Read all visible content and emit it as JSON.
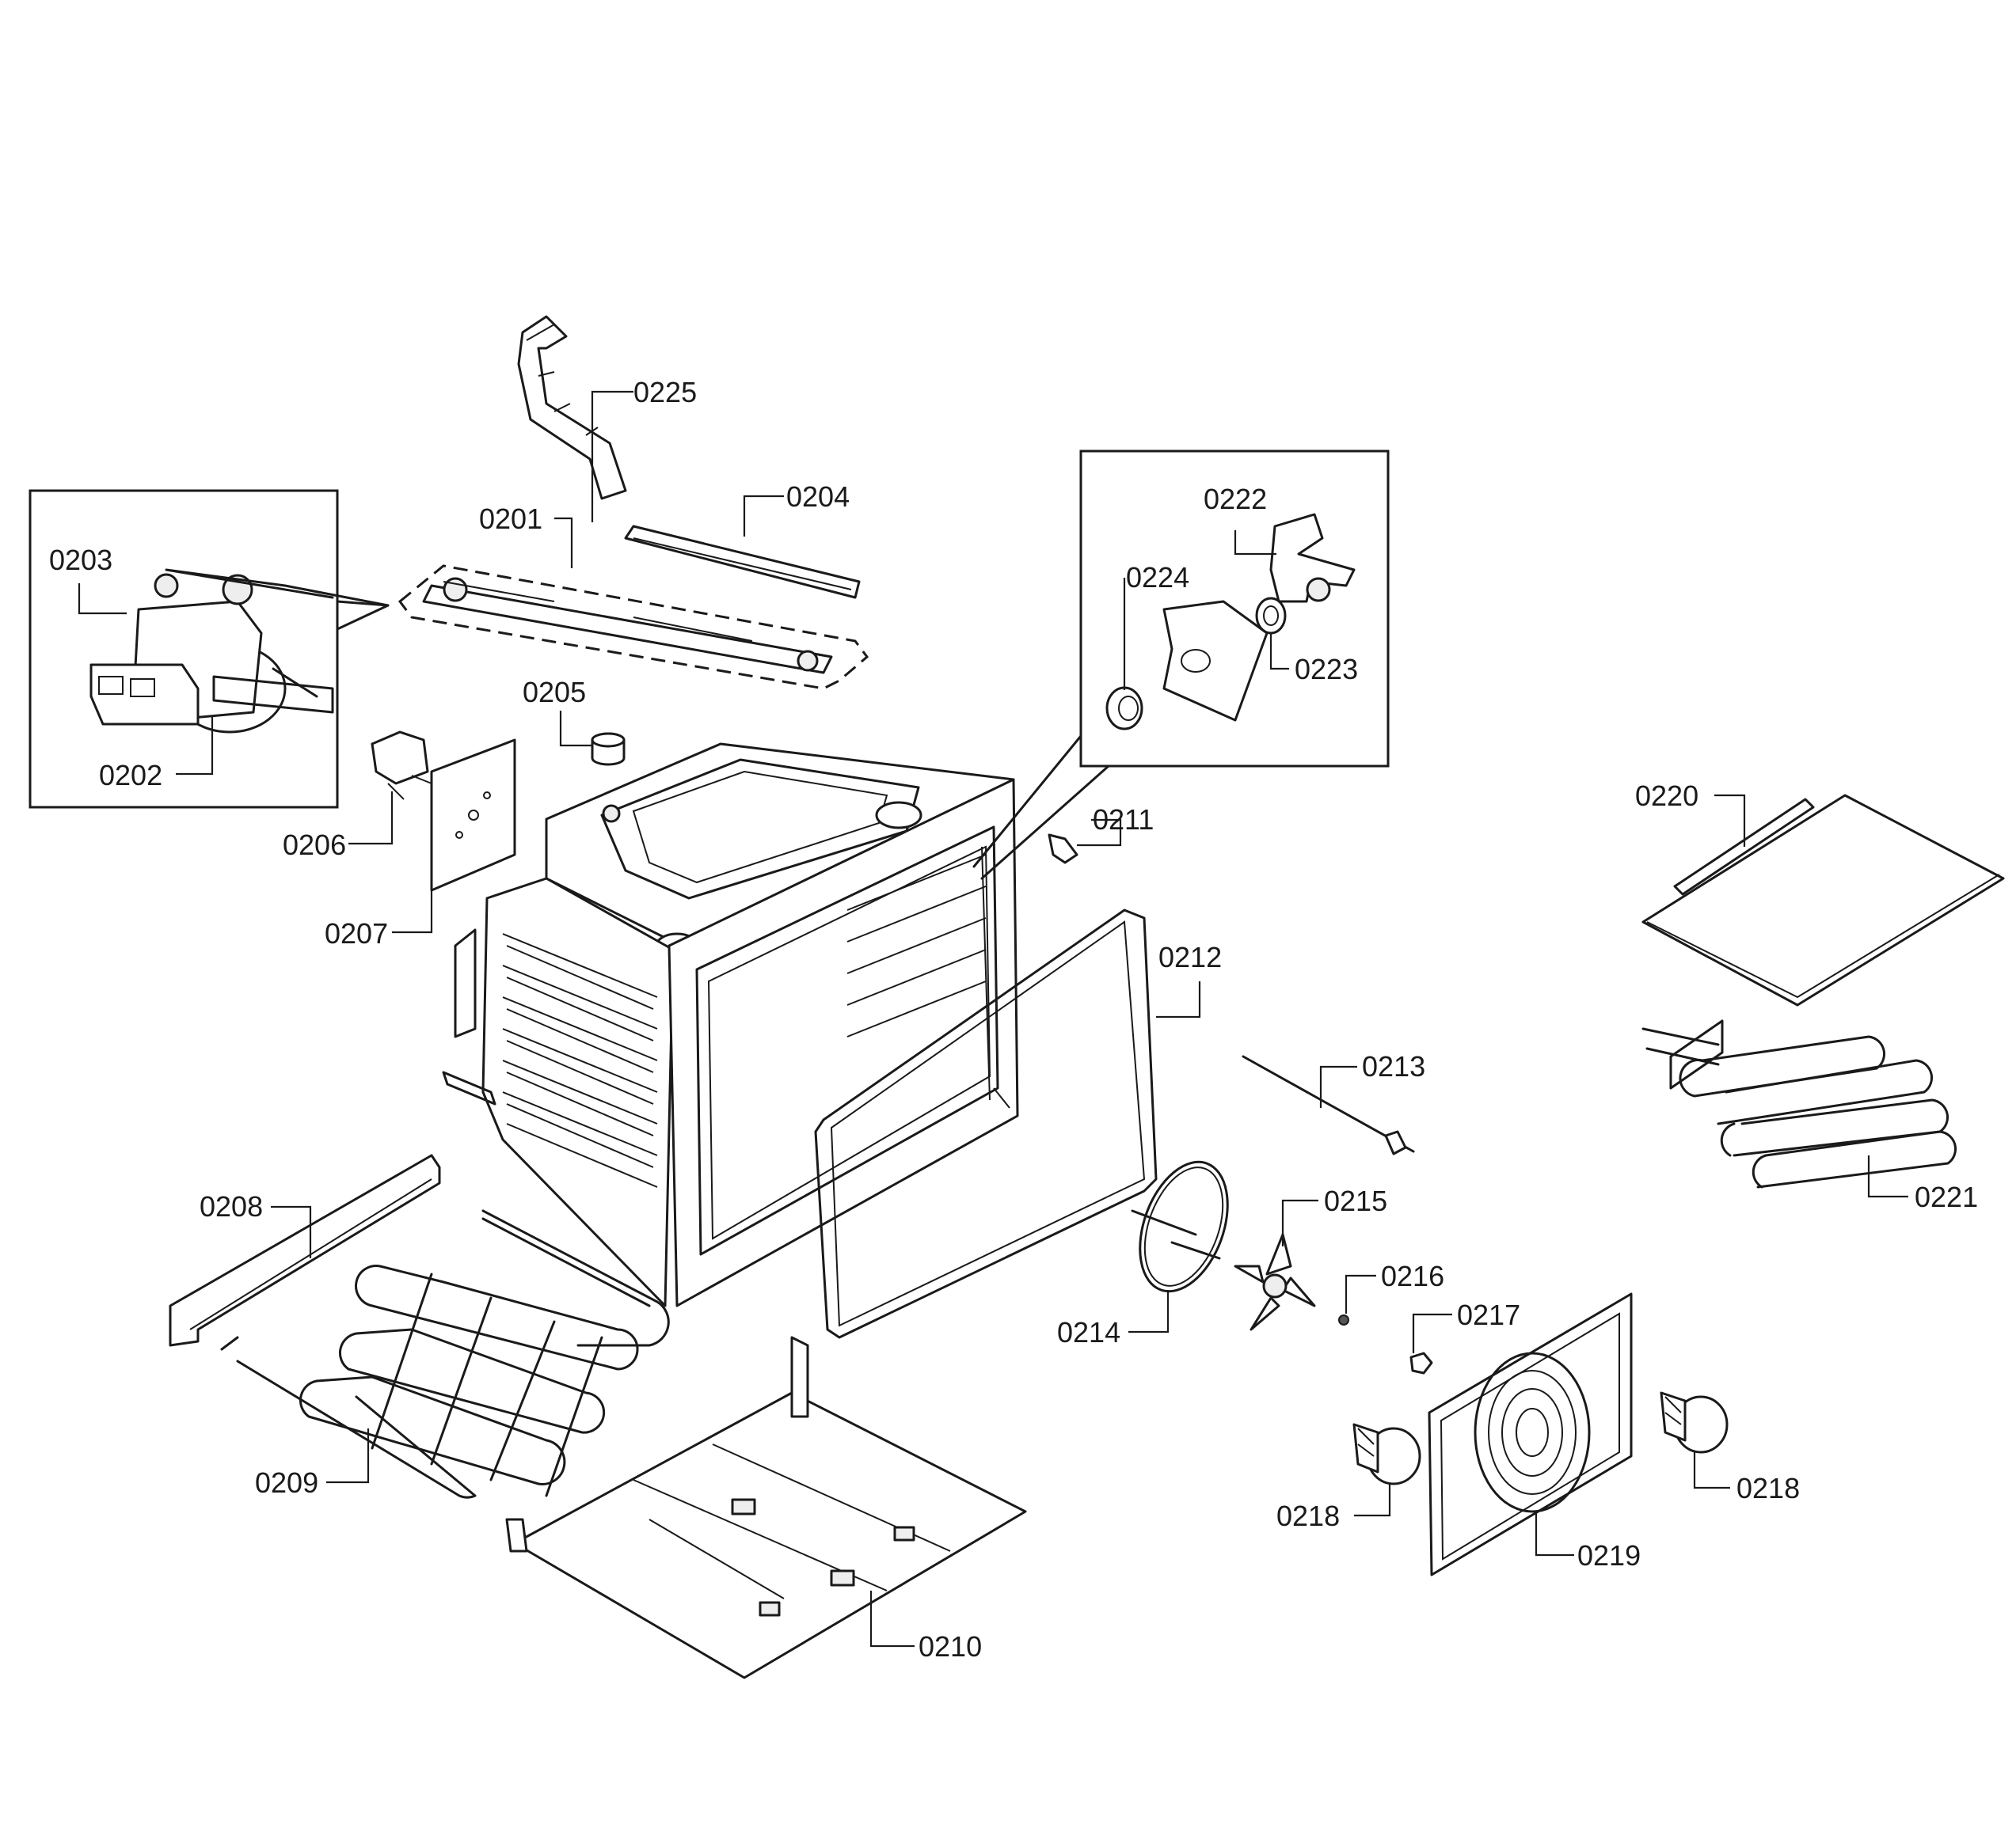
{
  "labels": {
    "p0201": "0201",
    "p0202": "0202",
    "p0203": "0203",
    "p0204": "0204",
    "p0205": "0205",
    "p0206": "0206",
    "p0207": "0207",
    "p0208": "0208",
    "p0209": "0209",
    "p0210": "0210",
    "p0211": "0211",
    "p0212": "0212",
    "p0213": "0213",
    "p0214": "0214",
    "p0215": "0215",
    "p0216": "0216",
    "p0217": "0217",
    "p0218a": "0218",
    "p0218b": "0218",
    "p0219": "0219",
    "p0220": "0220",
    "p0221": "0221",
    "p0222": "0222",
    "p0223": "0223",
    "p0224": "0224",
    "p0225": "0225"
  },
  "colors": {
    "line": "#1a1a1a",
    "background": "#ffffff"
  }
}
